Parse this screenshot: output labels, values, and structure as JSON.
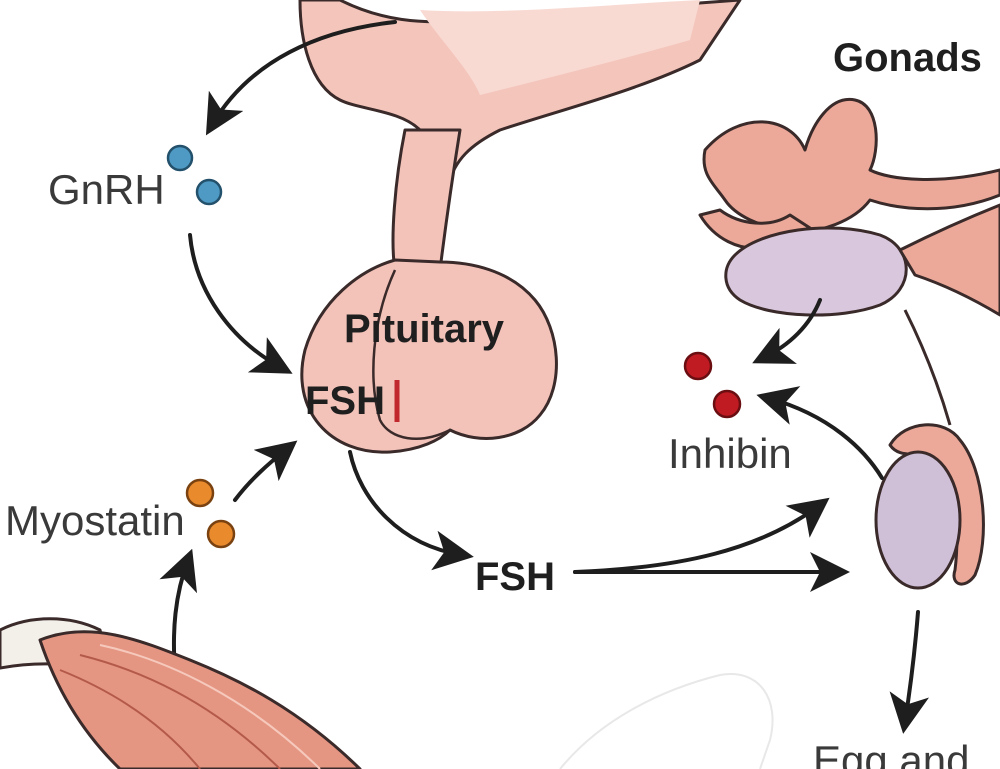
{
  "labels": {
    "gonads": "Gonads",
    "gnrh": "GnRH",
    "pituitary": "Pituitary",
    "fsh_pituitary": "FSH",
    "fsh_released": "FSH",
    "inhibin": "Inhibin",
    "myostatin": "Myostatin",
    "egg_and": "Egg and"
  },
  "colors": {
    "gnrh_dot": "#4f9ac4",
    "inhibin_dot": "#c01b22",
    "myostatin_dot": "#e98a2d",
    "inhibition_line": "#c0282d",
    "pituitary_fill": "#f3c3ba",
    "gonad_fill": "#cfc0d8",
    "muscle_fill": "#e59683"
  },
  "icons": {
    "gnrh": "molecule-dots",
    "inhibin": "molecule-dots",
    "myostatin": "molecule-dots"
  }
}
